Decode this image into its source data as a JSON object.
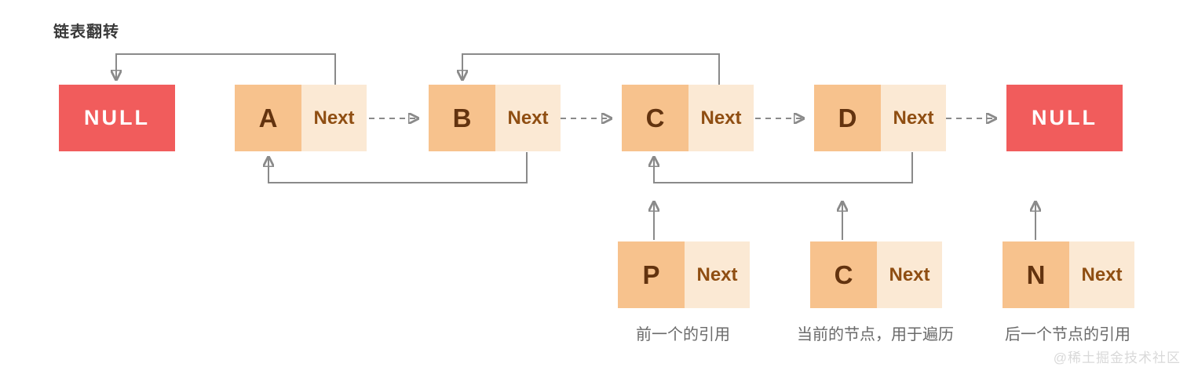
{
  "title": "链表翻转",
  "colors": {
    "c-red": "#F15C5C",
    "c-red-text": "#FFFFFF",
    "c-cell-left": "#F7C28D",
    "c-cell-right": "#FBE9D4",
    "c-letter": "#63330F",
    "c-next": "#8F4E12",
    "c-arrow": "#8A8A8A",
    "c-title": "#3A3A3A",
    "c-caption": "#6A6A6A",
    "c-watermark": "#D9D9D9"
  },
  "list": {
    "null_left": "NULL",
    "null_right": "NULL",
    "nodes": [
      {
        "label": "A",
        "next_label": "Next"
      },
      {
        "label": "B",
        "next_label": "Next"
      },
      {
        "label": "C",
        "next_label": "Next"
      },
      {
        "label": "D",
        "next_label": "Next"
      }
    ]
  },
  "pointers": [
    {
      "label": "P",
      "next_label": "Next",
      "caption": "前一个的引用"
    },
    {
      "label": "C",
      "next_label": "Next",
      "caption": "当前的节点，用于遍历"
    },
    {
      "label": "N",
      "next_label": "Next",
      "caption": "后一个节点的引用"
    }
  ],
  "watermark": "@稀土掘金技术社区"
}
